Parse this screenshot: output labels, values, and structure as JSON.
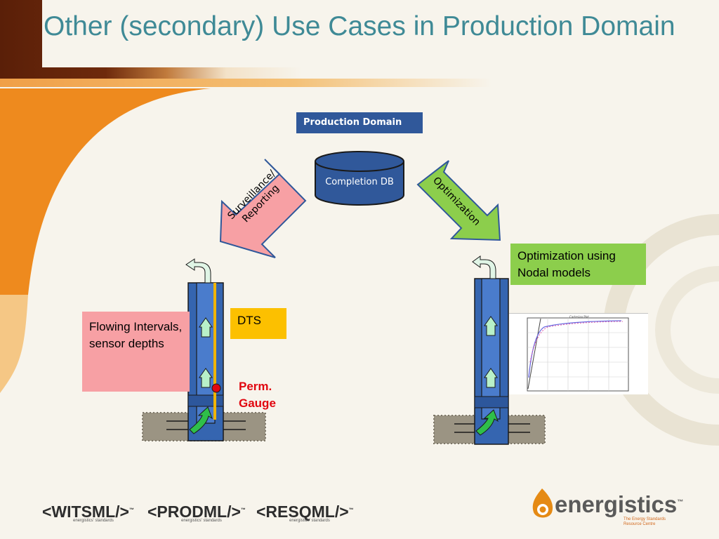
{
  "title": "Other (secondary) Use Cases in Production Domain",
  "production_domain": "Production Domain",
  "completion_db": "Completion DB",
  "arrows": {
    "left": "Surveillance/ Reporting",
    "right": "Optimization"
  },
  "labels": {
    "flowing": "Flowing Intervals, sensor depths",
    "dts": "DTS",
    "perm_gauge": "Perm. Gauge",
    "optimization_models": "Optimization using Nodal models"
  },
  "chart": {
    "title": "Cartesian Plot"
  },
  "logos": {
    "witsml": "<WITSML/>",
    "prodml": "<PRODML/>",
    "resqml": "<RESQML/>",
    "trademark": "™",
    "sub": "energistics' standards",
    "energistics": "energistics",
    "energistics_tm": "™",
    "energistics_sub": "The Energy Standards Resource Centre"
  },
  "colors": {
    "title": "#3f8a96",
    "production_domain_bg": "#30589a",
    "db_fill": "#30589a",
    "surveillance_arrow": "#f7a0a4",
    "optimization_arrow": "#8cce4c",
    "flowing_box": "#f7a0a4",
    "dts_box": "#fcc000",
    "perm_gauge_text": "#e1060f",
    "optimization_box": "#8cce4c",
    "well": "#3565b0"
  }
}
